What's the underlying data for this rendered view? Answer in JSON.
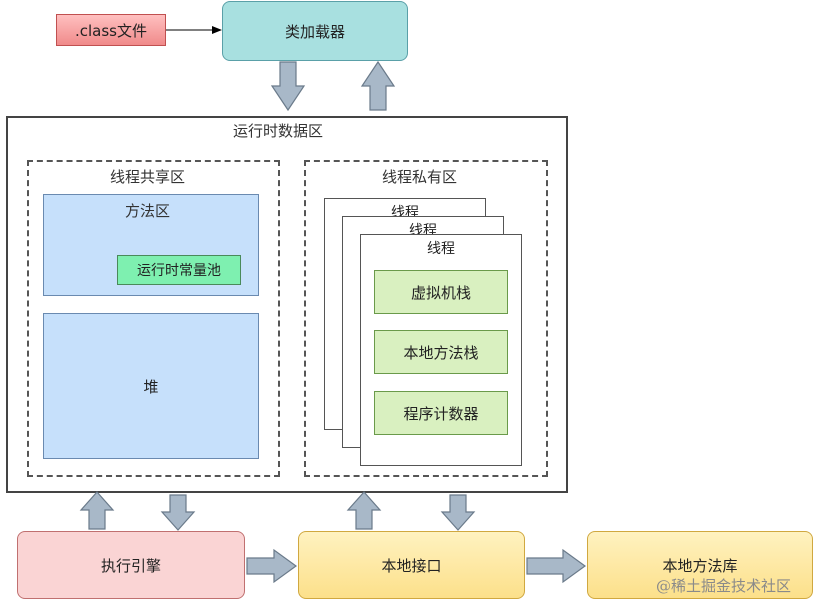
{
  "nodes": {
    "class_file": ".class文件",
    "class_loader": "类加载器",
    "runtime_area": "运行时数据区",
    "shared_area": "线程共享区",
    "method_area": "方法区",
    "constant_pool": "运行时常量池",
    "heap": "堆",
    "private_area": "线程私有区",
    "thread_1": "线程",
    "thread_2": "线程",
    "thread_3": "线程",
    "vm_stack": "虚拟机栈",
    "native_stack": "本地方法栈",
    "pc_register": "程序计数器",
    "exec_engine": "执行引擎",
    "native_interface": "本地接口",
    "native_library": "本地方法库"
  },
  "watermark": "@稀土掘金技术社区",
  "colors": {
    "class_file": "#f4a3a3",
    "class_loader": "#a8e0e0",
    "method_area": "#c6e0fb",
    "constant_pool": "#7ef0b0",
    "exec_engine": "#fad4d4",
    "native_interface": "#fde9a8",
    "green": "#d9f0c0",
    "arrow": "#a8b8c8"
  }
}
